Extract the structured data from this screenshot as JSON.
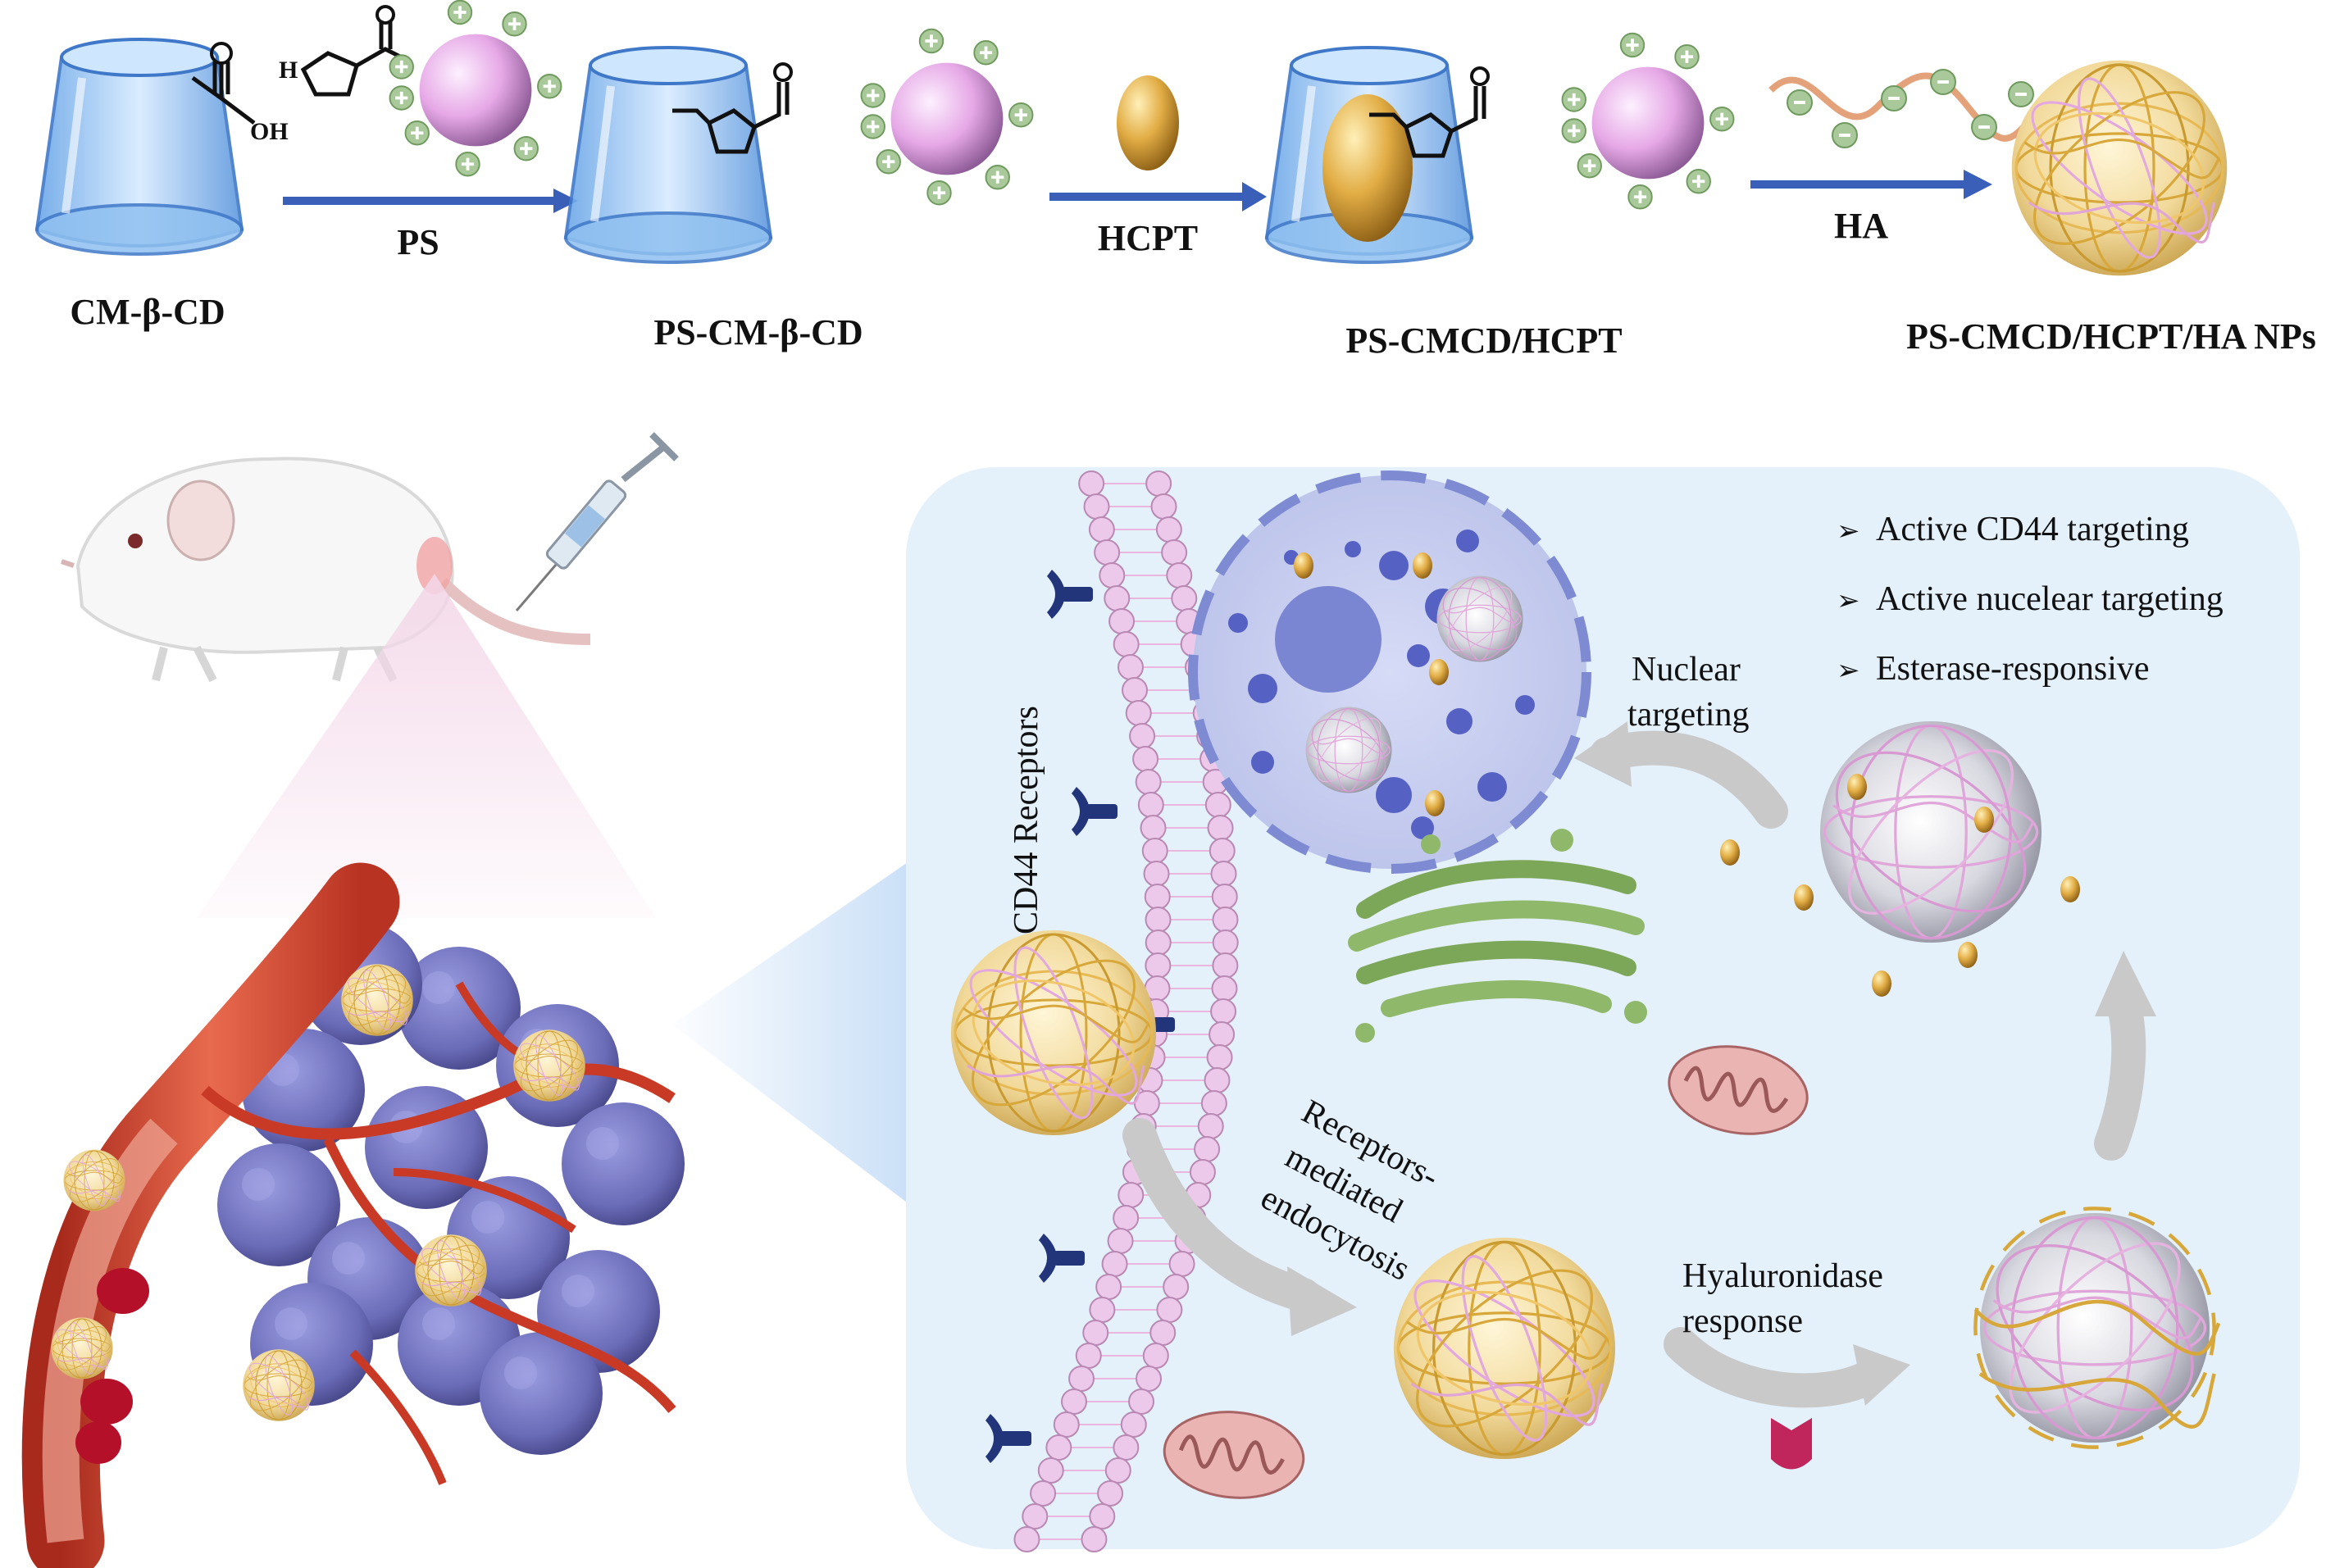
{
  "synthesis": {
    "step1_reagent": "PS",
    "step2_reagent": "HCPT",
    "step3_reagent": "HA",
    "compound1": "CM-β-CD",
    "compound2": "PS-CM-β-CD",
    "compound3": "PS-CMCD/HCPT",
    "compound4": "PS-CMCD/HCPT/HA NPs",
    "cooh_label": "OH",
    "nh_label": "H"
  },
  "cell_panel": {
    "membrane_label": "CD44 Receptors",
    "nuclear_label_1": "Nuclear",
    "nuclear_label_2": "targeting",
    "endocytosis_1": "Receptors-",
    "endocytosis_2": "mediated",
    "endocytosis_3": "endocytosis",
    "hyal_1": "Hyaluronidase",
    "hyal_2": "response"
  },
  "features": [
    {
      "marker": "➢",
      "text": "Active CD44 targeting"
    },
    {
      "marker": "➢",
      "text": "Active nucelear targeting"
    },
    {
      "marker": "➢",
      "text": "Esterase-responsive"
    }
  ],
  "colors": {
    "arrow_blue": "#3a5fb8",
    "cell_bg": "#e4f1fb",
    "drug_gold": "#d9a73a",
    "ps_sphere": "#e7a9e6",
    "tumor": "#6f6fb8",
    "vessel": "#d8452f",
    "receptor": "#22357a",
    "membrane_bead": "#e9c4e6"
  }
}
